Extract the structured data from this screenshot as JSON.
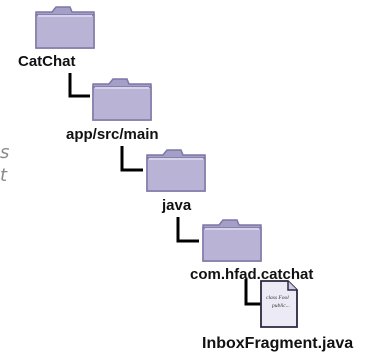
{
  "tree": {
    "nodes": [
      {
        "label": "CatChat",
        "icon": "folder-icon"
      },
      {
        "label": "app/src/main",
        "icon": "folder-icon"
      },
      {
        "label": "java",
        "icon": "folder-icon"
      },
      {
        "label": "com.hfad.catchat",
        "icon": "folder-icon"
      },
      {
        "label": "InboxFragment.java",
        "icon": "java-file-icon"
      }
    ],
    "file_preview": {
      "line1": "class Fool",
      "line2": "public..."
    }
  },
  "handwritten_fragment": {
    "line1": "s",
    "line2": "t"
  },
  "colors": {
    "folder_fill": "#b9b4d6",
    "folder_tab": "#a49fc6",
    "folder_border": "#7d77a6",
    "connector": "#000000",
    "label_text": "#111111",
    "hand_text": "#8a8a8a"
  }
}
